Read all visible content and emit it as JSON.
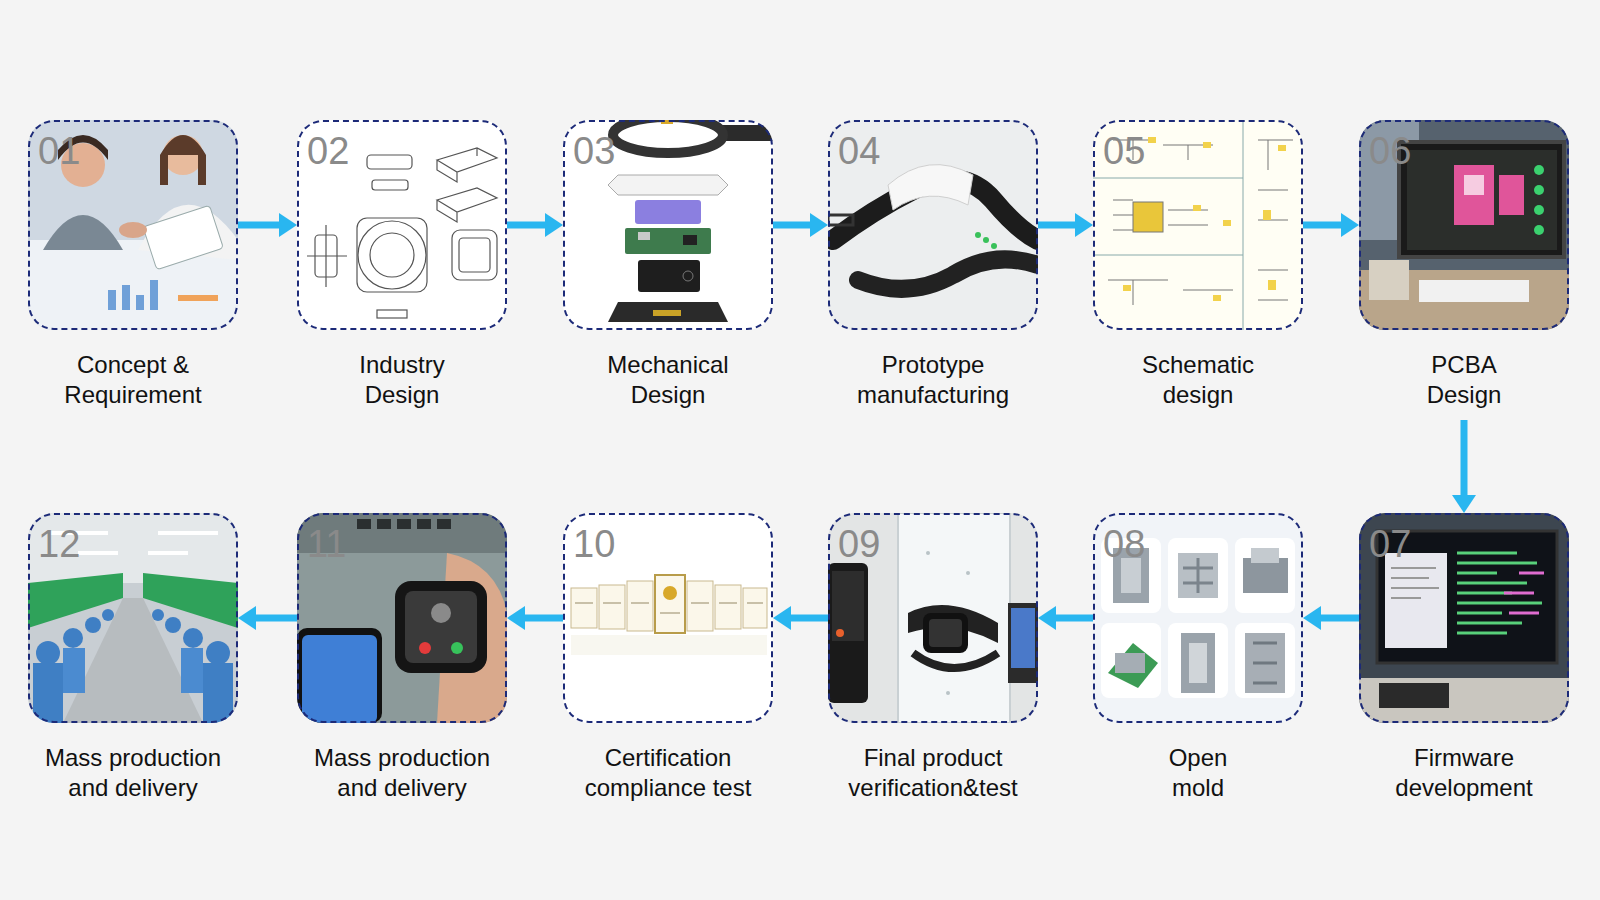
{
  "diagram": {
    "nodes": [
      {
        "text": [
          "01",
          "Concept & Requirement"
        ]
      },
      {
        "text": [
          "02",
          "Industry Design"
        ]
      },
      {
        "text": [
          "03",
          "Mechanical Design"
        ]
      },
      {
        "text": [
          "04",
          "Prototype manufacturing"
        ]
      },
      {
        "text": [
          "05",
          "Schematic design"
        ]
      },
      {
        "text": [
          "06",
          "PCBA Design"
        ]
      },
      {
        "text": [
          "07",
          "Firmware development"
        ]
      },
      {
        "text": [
          "08",
          "Open mold"
        ]
      },
      {
        "text": [
          "09",
          "Final product verification&test"
        ]
      },
      {
        "text": [
          "10",
          "Certification compliance test"
        ]
      },
      {
        "text": [
          "11",
          "Mass production and delivery"
        ]
      },
      {
        "text": [
          "12",
          "Mass production and delivery"
        ]
      }
    ],
    "edges": [
      {
        "from": 0,
        "to": 1,
        "arrow": "to"
      },
      {
        "from": 1,
        "to": 2,
        "arrow": "to"
      },
      {
        "from": 2,
        "to": 3,
        "arrow": "to"
      },
      {
        "from": 3,
        "to": 4,
        "arrow": "to"
      },
      {
        "from": 4,
        "to": 5,
        "arrow": "to"
      },
      {
        "from": 5,
        "to": 6,
        "arrow": "to"
      },
      {
        "from": 6,
        "to": 7,
        "arrow": "to"
      },
      {
        "from": 7,
        "to": 8,
        "arrow": "to"
      },
      {
        "from": 8,
        "to": 9,
        "arrow": "to"
      },
      {
        "from": 9,
        "to": 10,
        "arrow": "to"
      },
      {
        "from": 10,
        "to": 11,
        "arrow": "to"
      }
    ]
  }
}
